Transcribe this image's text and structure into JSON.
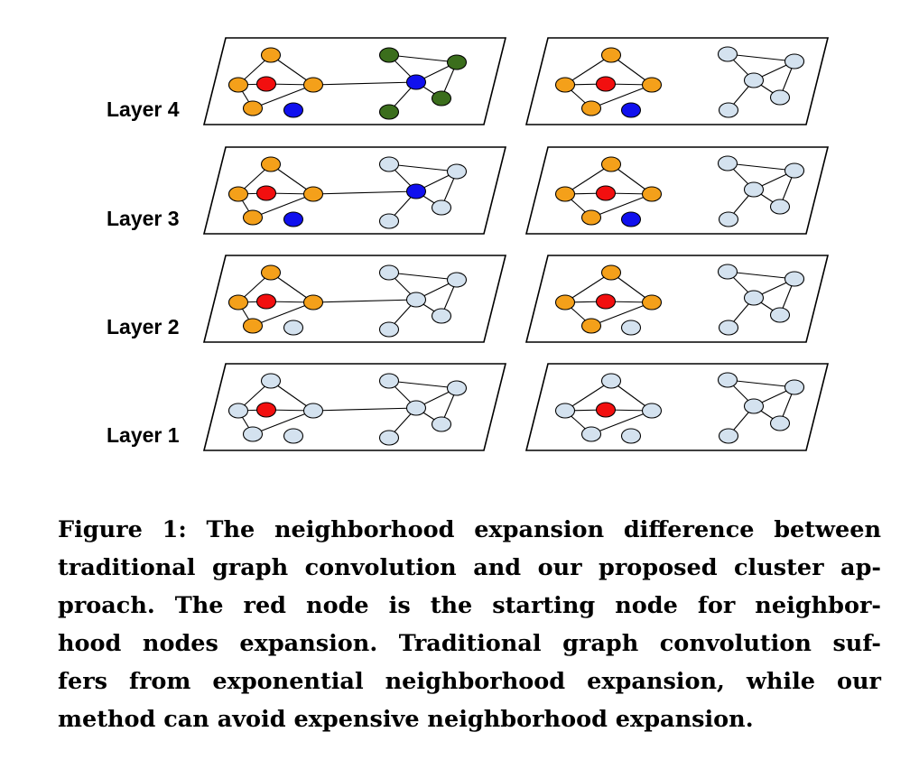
{
  "figure": {
    "layers": [
      {
        "label": "Layer 4",
        "left": [
          "orange",
          "red",
          "orange",
          "orange",
          "orange",
          "blue",
          "blue",
          "green",
          "green",
          "green",
          "green"
        ],
        "right": [
          "orange",
          "red",
          "orange",
          "orange",
          "orange",
          "blue",
          "light",
          "light",
          "light",
          "light",
          "light"
        ]
      },
      {
        "label": "Layer 3",
        "left": [
          "orange",
          "red",
          "orange",
          "orange",
          "orange",
          "blue",
          "blue",
          "light",
          "light",
          "light",
          "light"
        ],
        "right": [
          "orange",
          "red",
          "orange",
          "orange",
          "orange",
          "blue",
          "light",
          "light",
          "light",
          "light",
          "light"
        ]
      },
      {
        "label": "Layer 2",
        "left": [
          "orange",
          "red",
          "orange",
          "orange",
          "orange",
          "light",
          "light",
          "light",
          "light",
          "light",
          "light"
        ],
        "right": [
          "orange",
          "red",
          "orange",
          "orange",
          "orange",
          "light",
          "light",
          "light",
          "light",
          "light",
          "light"
        ]
      },
      {
        "label": "Layer 1",
        "left": [
          "light",
          "red",
          "light",
          "light",
          "light",
          "light",
          "light",
          "light",
          "light",
          "light",
          "light"
        ],
        "right": [
          "light",
          "red",
          "light",
          "light",
          "light",
          "light",
          "light",
          "light",
          "light",
          "light",
          "light"
        ]
      }
    ],
    "colors": {
      "orange": "#f4a01a",
      "red": "#f20f0f",
      "blue": "#1010ee",
      "green": "#3b6e1c",
      "light": "#d4e2ef"
    }
  },
  "caption": {
    "lines": [
      "Figure 1: The neighborhood expansion difference between",
      "traditional graph convolution and our proposed cluster ap-",
      "proach. The red node is the starting node for neighbor-",
      "hood nodes expansion. Traditional graph convolution suf-",
      "fers from exponential neighborhood expansion, while our",
      "method can avoid expensive neighborhood expansion."
    ]
  }
}
